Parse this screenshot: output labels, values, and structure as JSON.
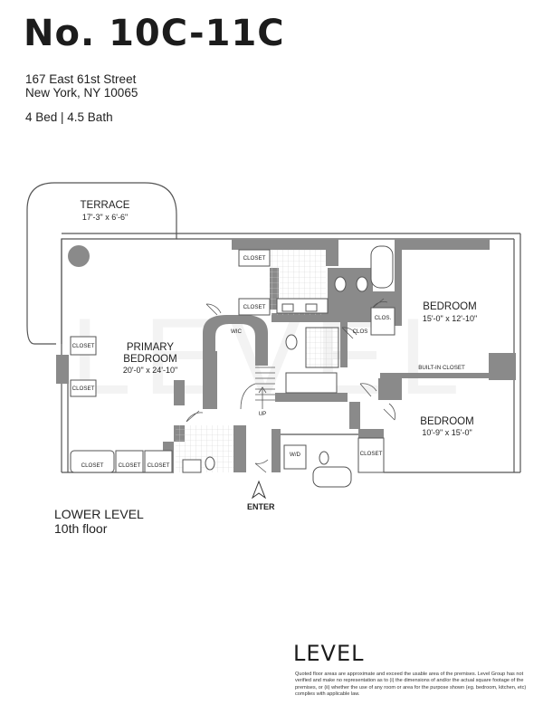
{
  "header": {
    "unit": "No. 10C-11C",
    "address_line1": "167 East 61st Street",
    "address_line2": "New York, NY 10065",
    "beds_baths": "4 Bed | 4.5 Bath"
  },
  "rooms": {
    "terrace": {
      "name": "TERRACE",
      "dims": "17'-3\" x 6'-6\""
    },
    "primary": {
      "name1": "PRIMARY",
      "name2": "BEDROOM",
      "dims": "20'-0\" x 24'-10\""
    },
    "bedroom1": {
      "name": "BEDROOM",
      "dims": "15'-0\" x 12'-10\""
    },
    "bedroom2": {
      "name": "BEDROOM",
      "dims": "10'-9\" x 15'-0\""
    }
  },
  "labels": {
    "closet": "CLOSET",
    "clos": "CLOS.",
    "clos_short": "CLOS",
    "wic": "WIC",
    "up": "UP",
    "wd": "W/D",
    "builtin_closet": "BUILT-IN CLOSET",
    "enter": "ENTER"
  },
  "level": {
    "line1": "LOWER LEVEL",
    "line2": "10th floor"
  },
  "footer": {
    "brand": "LEVEL",
    "watermark": "LEVEL",
    "disclaimer": "Quoted floor areas are approximate and exceed the usable area of the premises. Level Group has not verified and make no representation as to (i) the dimensions of and/or the actual square footage of the premises, or (ii) whether the use of any room or area for the purpose shown (eg. bedroom, kitchen, etc) complies with applicable law."
  },
  "colors": {
    "wall": "#8a8a8a",
    "line": "#555555",
    "text": "#1f1f1f",
    "tile": "#d6d6d6"
  }
}
